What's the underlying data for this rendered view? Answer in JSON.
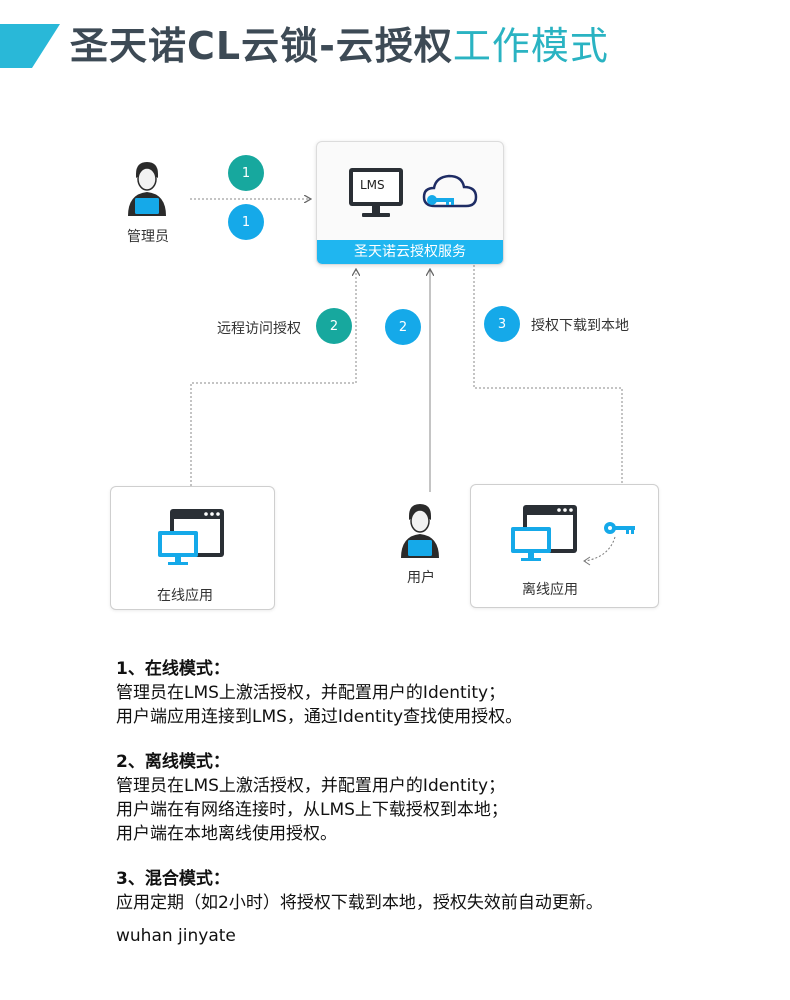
{
  "header": {
    "title_main": "圣天诺CL云锁-云授权",
    "title_accent": "工作模式",
    "accent_color": "#2ab3c2",
    "bar_color": "#29b8d8"
  },
  "diagram": {
    "admin_label": "管理员",
    "user_label": "用户",
    "server_lms_label": "LMS",
    "server_band_label": "圣天诺云授权服务",
    "remote_auth_label": "远程访问授权",
    "download_label": "授权下载到本地",
    "online_app_label": "在线应用",
    "offline_app_label": "离线应用",
    "steps": [
      "1",
      "1",
      "2",
      "2",
      "3"
    ],
    "colors": {
      "teal": "#17a89e",
      "blue": "#15a9e9",
      "band": "#1fb6f0"
    }
  },
  "modes": [
    {
      "heading": "1、在线模式：",
      "lines": [
        "管理员在LMS上激活授权，并配置用户的Identity；",
        "用户端应用连接到LMS，通过Identity查找使用授权。"
      ]
    },
    {
      "heading": "2、离线模式：",
      "lines": [
        "管理员在LMS上激活授权，并配置用户的Identity；",
        "用户端在有网络连接时，从LMS上下载授权到本地；",
        "用户端在本地离线使用授权。"
      ]
    },
    {
      "heading": "3、混合模式：",
      "lines": [
        "应用定期（如2小时）将授权下载到本地，授权失效前自动更新。"
      ]
    }
  ],
  "signature": "wuhan jinyate"
}
